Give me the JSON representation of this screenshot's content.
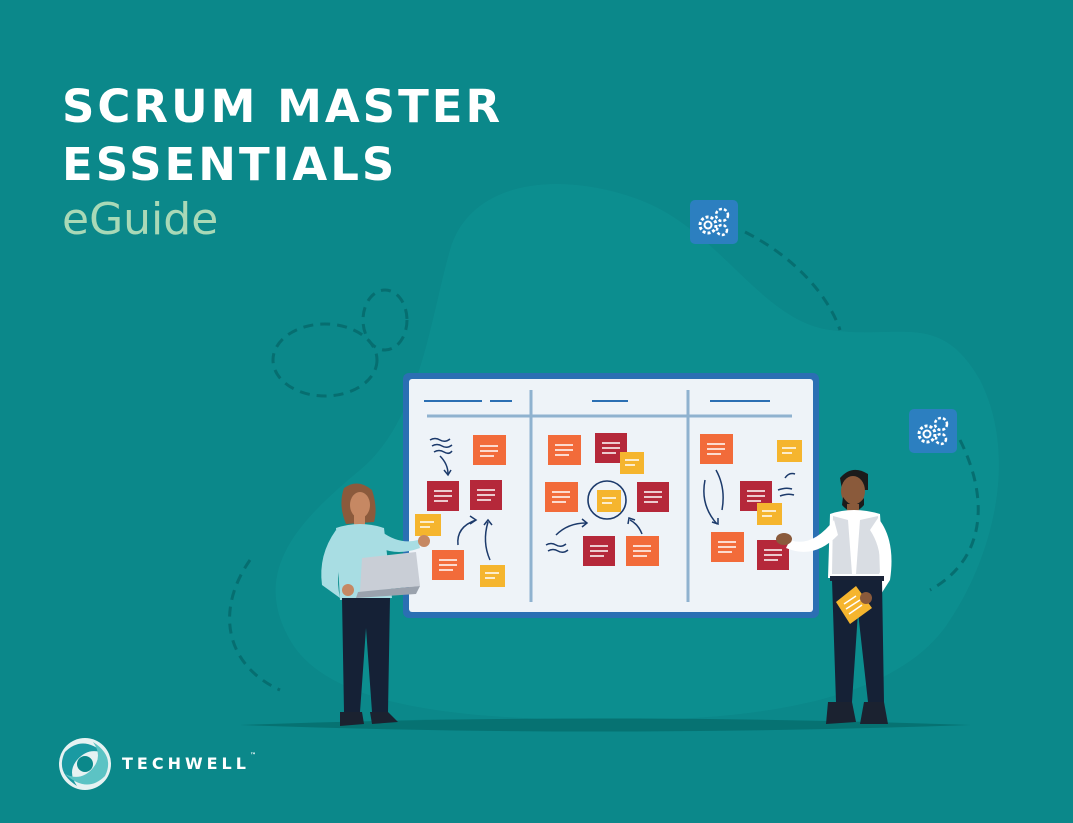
{
  "cover": {
    "title_line_1": "SCRUM MASTER",
    "title_line_2": "ESSENTIALS",
    "subtitle": "eGuide"
  },
  "brand": {
    "name": "TECHWELL",
    "trademark": "™",
    "logo_icon": "techwell-swirl-logo"
  },
  "illustration": {
    "board_icon": "kanban-board",
    "gear_icons": [
      "gears-icon",
      "gears-icon"
    ],
    "people": [
      "woman-with-laptop",
      "man-with-notepad"
    ]
  },
  "colors": {
    "background": "#0b888a",
    "title": "#ffffff",
    "subtitle": "#a9d9b7",
    "sticky_orange": "#f26b3a",
    "sticky_red": "#b5283a",
    "sticky_yellow": "#f5b52e",
    "gear_box": "#2c7fc0"
  }
}
